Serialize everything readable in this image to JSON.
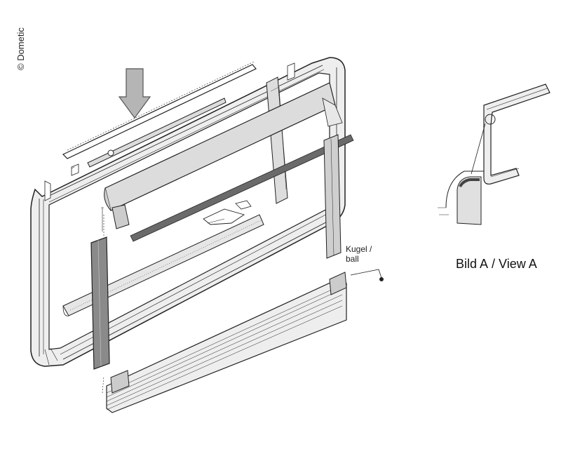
{
  "copyright": "© Dometic",
  "callout": {
    "line1": "Kugel /",
    "line2": "ball"
  },
  "view_label": {
    "de": "Bild A",
    "sep": " / ",
    "en": "View A"
  },
  "colors": {
    "line": "#222222",
    "frame_fill": "#eeeeee",
    "screen_fill": "#dcdcdc",
    "blind_fill": "#e6e6e6",
    "dark_bar": "#6a6a6a",
    "arrow_fill": "#b5b5b5"
  }
}
